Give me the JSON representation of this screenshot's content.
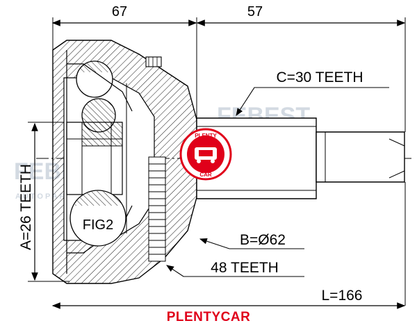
{
  "dimensions": {
    "top_left": "67",
    "top_right": "57",
    "splines_outer": "C=30 TEETH",
    "splines_inner": "A=26 TEETH",
    "diameter": "B=Ø62",
    "abs_teeth": "48 TEETH",
    "length": "L=166"
  },
  "figure_label": "FIG2",
  "watermark": {
    "brand": "FEBEST",
    "sub": "A U T O P A R T S"
  },
  "badge": {
    "top": "PLENTY",
    "bottom": "CAR"
  },
  "footer": "PLENTYCAR",
  "colors": {
    "line": "#000000",
    "brand_red": "#e0001a",
    "watermark": "#cfd6df"
  }
}
